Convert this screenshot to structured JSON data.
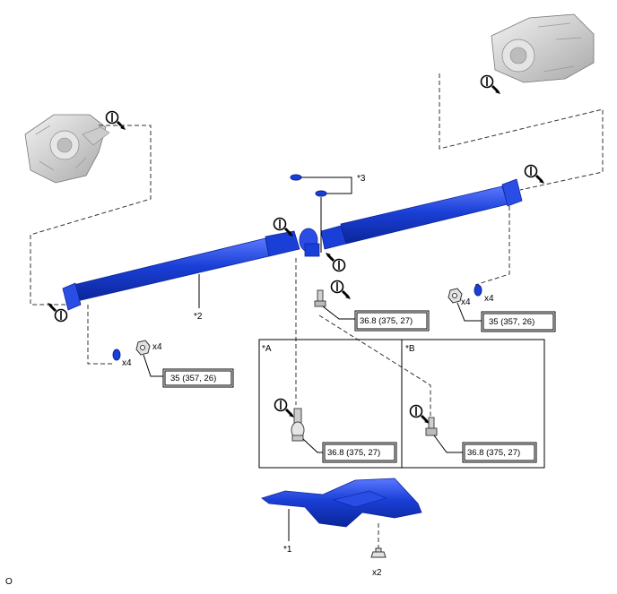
{
  "labels": {
    "part_1": "*1",
    "part_2": "*2",
    "part_3": "*3",
    "view_a": "*A",
    "view_b": "*B",
    "qty_x4_left_washer": "x4",
    "qty_x4_left_nut": "x4",
    "qty_x4_right_nut": "x4",
    "qty_x4_right_washer": "x4",
    "qty_x2": "x2",
    "corner_code": "O"
  },
  "torque_specs": {
    "left_flange": "35 (357, 26)",
    "right_flange": "35 (357, 26)",
    "center_bearing": "36.8 (375, 27)",
    "view_a": "36.8 (375, 27)",
    "view_b": "36.8 (375, 27)"
  },
  "colors": {
    "shaft": "#1a3fd6",
    "shaft_dark": "#0b2599",
    "shaft_light": "#5a78ff",
    "line": "#000000",
    "housing": "#d8d8d8"
  },
  "icons": [
    "matchmark-icon",
    "nut-icon",
    "washer-icon",
    "bolt-icon"
  ]
}
